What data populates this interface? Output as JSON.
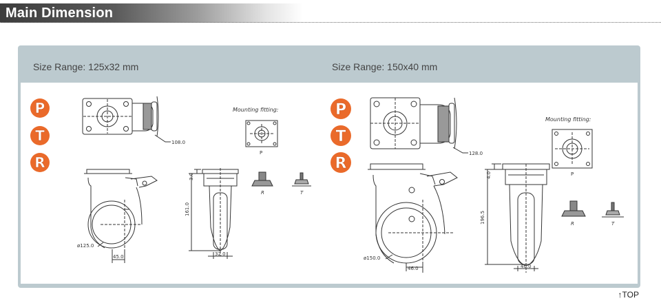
{
  "header": {
    "title": "Main Dimension"
  },
  "left": {
    "size_label": "Size Range: 125x32 mm",
    "badges": [
      "P",
      "T",
      "R"
    ],
    "mounting_label": "Mounting  fitting:",
    "fit_p": "P",
    "fit_r": "R",
    "fit_t": "T",
    "dim_plate": "108.0",
    "dim_height": "161.0",
    "dim_top": "3.0",
    "dim_offset": "45.0",
    "dim_width": "32.0",
    "dim_wheel": "ø125.0"
  },
  "right": {
    "size_label": "Size Range: 150x40 mm",
    "badges": [
      "P",
      "T",
      "R"
    ],
    "mounting_label": "Mounting  fitting:",
    "fit_p": "P",
    "fit_r": "R",
    "fit_t": "T",
    "dim_plate": "128.0",
    "dim_height": "196.5",
    "dim_top": "4.0",
    "dim_offset": "46.0",
    "dim_width": "40.0",
    "dim_wheel": "ø150.0"
  },
  "footer": {
    "top_link": "↑TOP"
  },
  "colors": {
    "badge": "#ea6a2a",
    "panel": "#bccacf",
    "header": "#3d3d3d"
  }
}
